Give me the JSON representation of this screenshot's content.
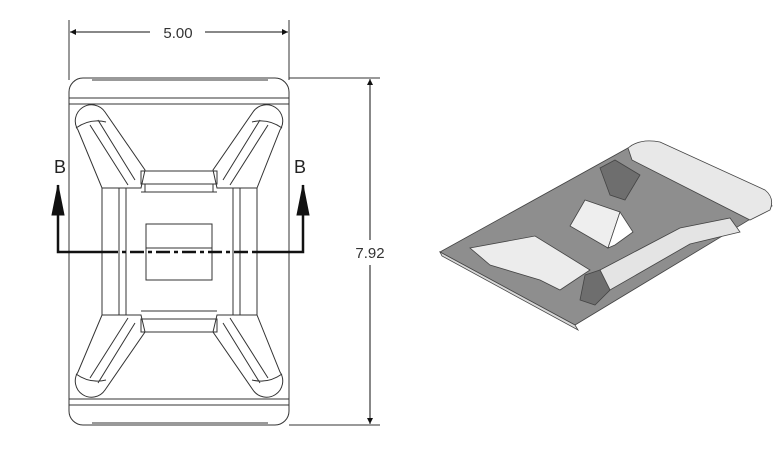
{
  "drawing": {
    "width_dimension": "5.00",
    "height_dimension": "7.92",
    "section_label_left": "B",
    "section_label_right": "B"
  },
  "colors": {
    "line": "#222222",
    "plate_shade": "#8e8e8e",
    "highlight": "#e6e6e6"
  }
}
